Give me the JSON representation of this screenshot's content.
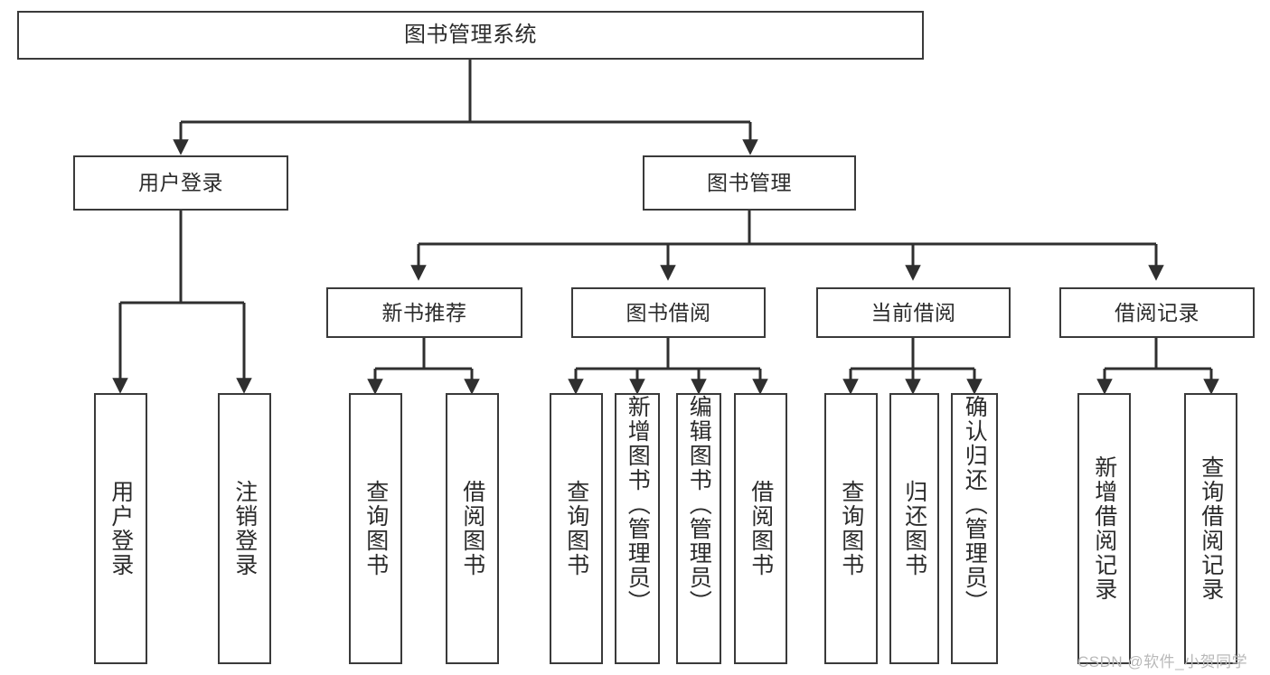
{
  "diagram": {
    "title": "图书管理系统",
    "type": "hierarchy-tree",
    "root": {
      "id": "root",
      "label": "图书管理系统",
      "level": 0
    },
    "level1": [
      {
        "id": "user-login",
        "label": "用户登录"
      },
      {
        "id": "book-management",
        "label": "图书管理"
      }
    ],
    "level2": [
      {
        "id": "new-book-recommend",
        "label": "新书推荐",
        "parent": "book-management"
      },
      {
        "id": "book-borrow",
        "label": "图书借阅",
        "parent": "book-management"
      },
      {
        "id": "current-borrow",
        "label": "当前借阅",
        "parent": "book-management"
      },
      {
        "id": "borrow-record",
        "label": "借阅记录",
        "parent": "book-management"
      }
    ],
    "leaves": {
      "user_login": [
        {
          "id": "leaf-user-login",
          "label": "用户登录"
        },
        {
          "id": "leaf-logout",
          "label": "注销登录"
        }
      ],
      "new_book_recommend": [
        {
          "id": "leaf-query-book-1",
          "label": "查询图书"
        },
        {
          "id": "leaf-borrow-book-1",
          "label": "借阅图书"
        }
      ],
      "book_borrow": [
        {
          "id": "leaf-query-book-2",
          "label": "查询图书"
        },
        {
          "id": "leaf-add-book",
          "label": "新增图书（管理员）"
        },
        {
          "id": "leaf-edit-book",
          "label": "编辑图书（管理员）"
        },
        {
          "id": "leaf-borrow-book-2",
          "label": "借阅图书"
        }
      ],
      "current_borrow": [
        {
          "id": "leaf-query-book-3",
          "label": "查询图书"
        },
        {
          "id": "leaf-return-book",
          "label": "归还图书"
        },
        {
          "id": "leaf-confirm-return",
          "label": "确认归还（管理员）"
        }
      ],
      "borrow_record": [
        {
          "id": "leaf-add-record",
          "label": "新增借阅记录"
        },
        {
          "id": "leaf-query-record",
          "label": "查询借阅记录"
        }
      ]
    },
    "colors": {
      "border": "#3a3a3a",
      "text": "#2b2b2b",
      "background": "#ffffff",
      "connector": "#2f2f2f",
      "watermark": "#b9b9b9"
    }
  },
  "watermark": {
    "text": "CSDN @软件_小贺同学"
  }
}
